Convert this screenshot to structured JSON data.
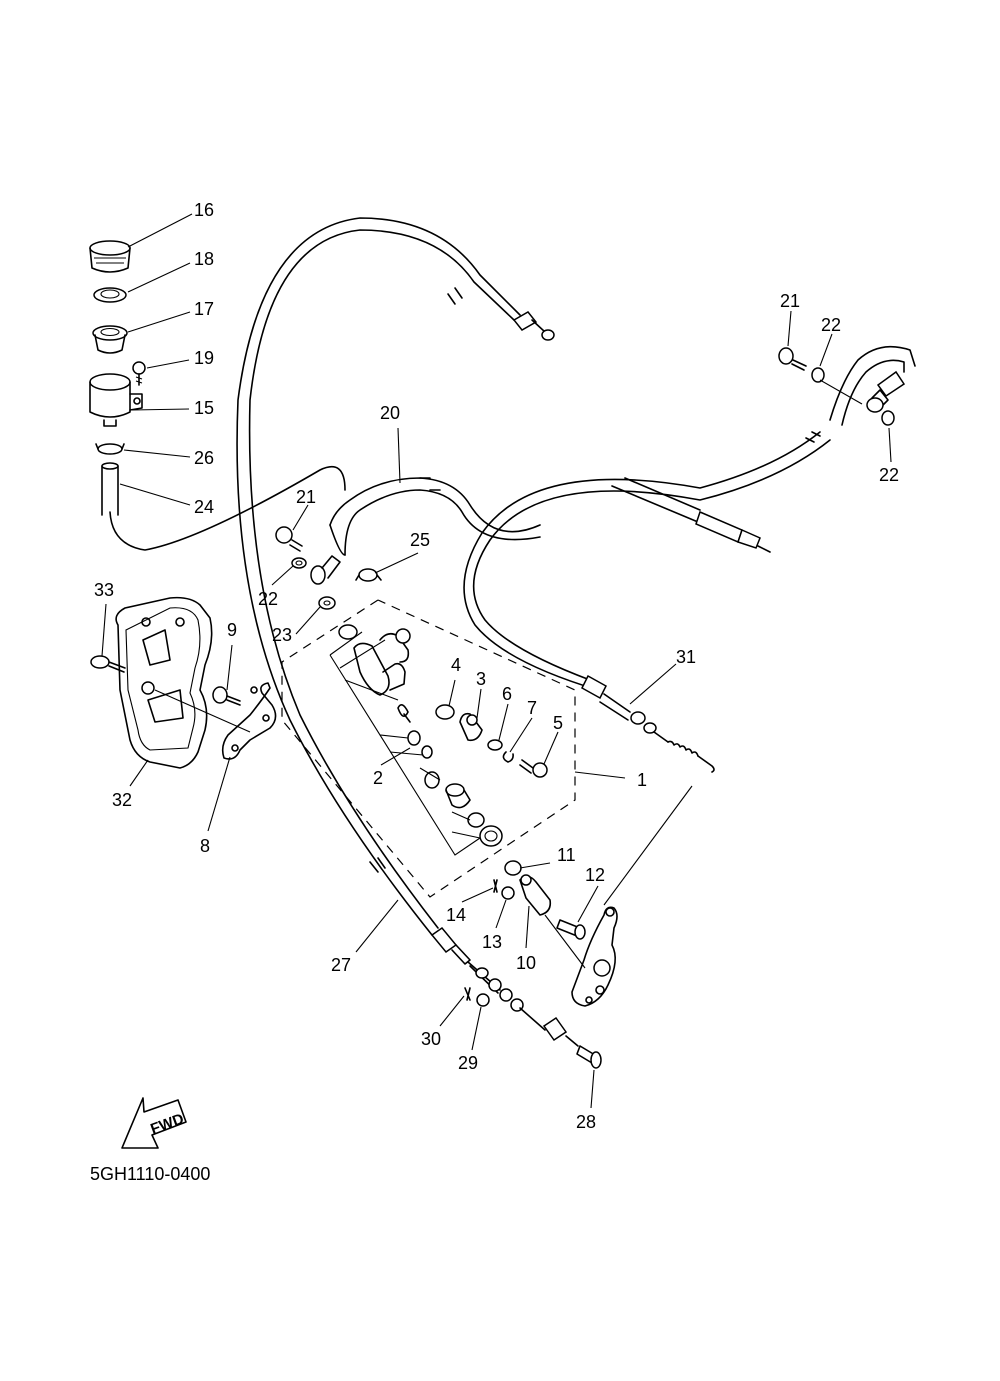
{
  "drawing_code": "5GH1110-0400",
  "fwd_label": "FWD",
  "callouts": {
    "c16": "16",
    "c18": "18",
    "c17": "17",
    "c19": "19",
    "c15": "15",
    "c26": "26",
    "c24": "24",
    "c33": "33",
    "c9": "9",
    "c32": "32",
    "c8": "8",
    "c21a": "21",
    "c22a": "22",
    "c23": "23",
    "c20": "20",
    "c25": "25",
    "c4": "4",
    "c3": "3",
    "c6": "6",
    "c7": "7",
    "c5": "5",
    "c2": "2",
    "c1": "1",
    "c11": "11",
    "c12": "12",
    "c14": "14",
    "c13": "13",
    "c10": "10",
    "c27": "27",
    "c30": "30",
    "c29": "29",
    "c28": "28",
    "c31": "31",
    "c21b": "21",
    "c22b": "22",
    "c22c": "22"
  }
}
